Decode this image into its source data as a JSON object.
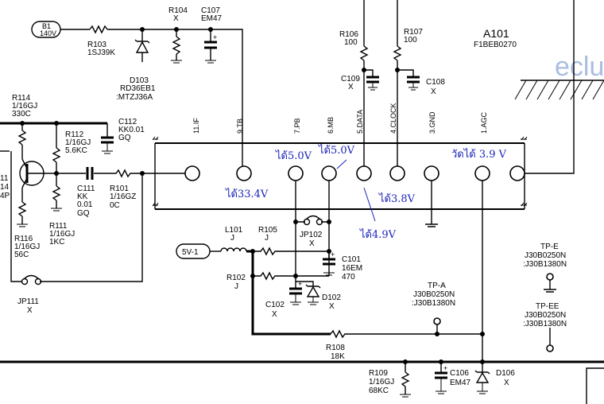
{
  "labels": {
    "b1": "B1",
    "b1_v": "140V",
    "r103": "R103",
    "r103_v": "1SJ39K",
    "r104": "R104",
    "r104_v": "X",
    "c107": "C107",
    "c107_v": "EM47",
    "d103": "D103",
    "d103_v1": "RD36EB1",
    "d103_v2": ":MTZJ36A",
    "r106": "R106",
    "r106_v": "100",
    "r107": "R107",
    "r107_v": "100",
    "c109": "C109",
    "c109_v": "X",
    "c108": "C108",
    "c108_v": "X",
    "a101": "A101",
    "a101_v": "F1BEB0270",
    "r114": "R114",
    "r114_v1": "1/16GJ",
    "r114_v2": "330C",
    "r112": "R112",
    "r112_v1": "1/16GJ",
    "r112_v2": "5.6KC",
    "c112": "C112",
    "c112_v1": "KK0.01",
    "c112_v2": "GQ",
    "c111": "C111",
    "c111_v1": "KK",
    "c111_v2": "0.01",
    "c111_v3": "GQ",
    "r101": "R101",
    "r101_v1": "1/16GZ",
    "r101_v2": "0C",
    "r116": "R116",
    "r116_v1": "1/16GJ",
    "r116_v2": "56C",
    "r111": "R111",
    "r111_v1": "1/16GJ",
    "r111_v2": "1KC",
    "jp111": "JP111",
    "jp111_v": "X",
    "l101": "L101",
    "l101_v": "J",
    "r105": "R105",
    "r105_v": "J",
    "jp102": "JP102",
    "jp102_v": "X",
    "c101": "C101",
    "c101_v1": "16EM",
    "c101_v2": "470",
    "r102": "R102",
    "r102_v": "J",
    "c102": "C102",
    "c102_v": "X",
    "d102": "D102",
    "d102_v": "X",
    "r108": "R108",
    "r108_v": "18K",
    "tpa": "TP-A",
    "tpa_v1": "J30B0250N",
    "tpa_v2": ":J30B1380N",
    "tpe": "TP-E",
    "tpe_v1": "J30B0250N",
    "tpe_v2": ":J30B1380N",
    "tpee": "TP-EE",
    "tpee_v1": "J30B0250N",
    "tpee_v2": ":J30B1380N",
    "r109": "R109",
    "r109_v1": "1/16GJ",
    "r109_v2": "68KC",
    "c106": "C106",
    "c106_v": "EM47",
    "d106": "D106",
    "d106_v": "X",
    "v5": "5V-1",
    "edge1": "11",
    "edge2": "14",
    "edge3": "4P"
  },
  "pins": [
    "11.IF",
    "9.TB",
    "7.PB",
    "6.MB",
    "5.DATA",
    "4.CLOCK",
    "3.GND",
    "1.AGC"
  ],
  "measurements": {
    "tb": "ได้33.4V",
    "pb": "ได้5.0V",
    "mb": "ได้5.0V",
    "data": "ได้4.9V",
    "clock": "ได้3.8V",
    "agc": "วัดได้ 3.9 V"
  },
  "watermark": "eclu",
  "colors": {
    "annotation": "#1a23b8",
    "watermark": "#a9bde0",
    "line": "#000000"
  }
}
